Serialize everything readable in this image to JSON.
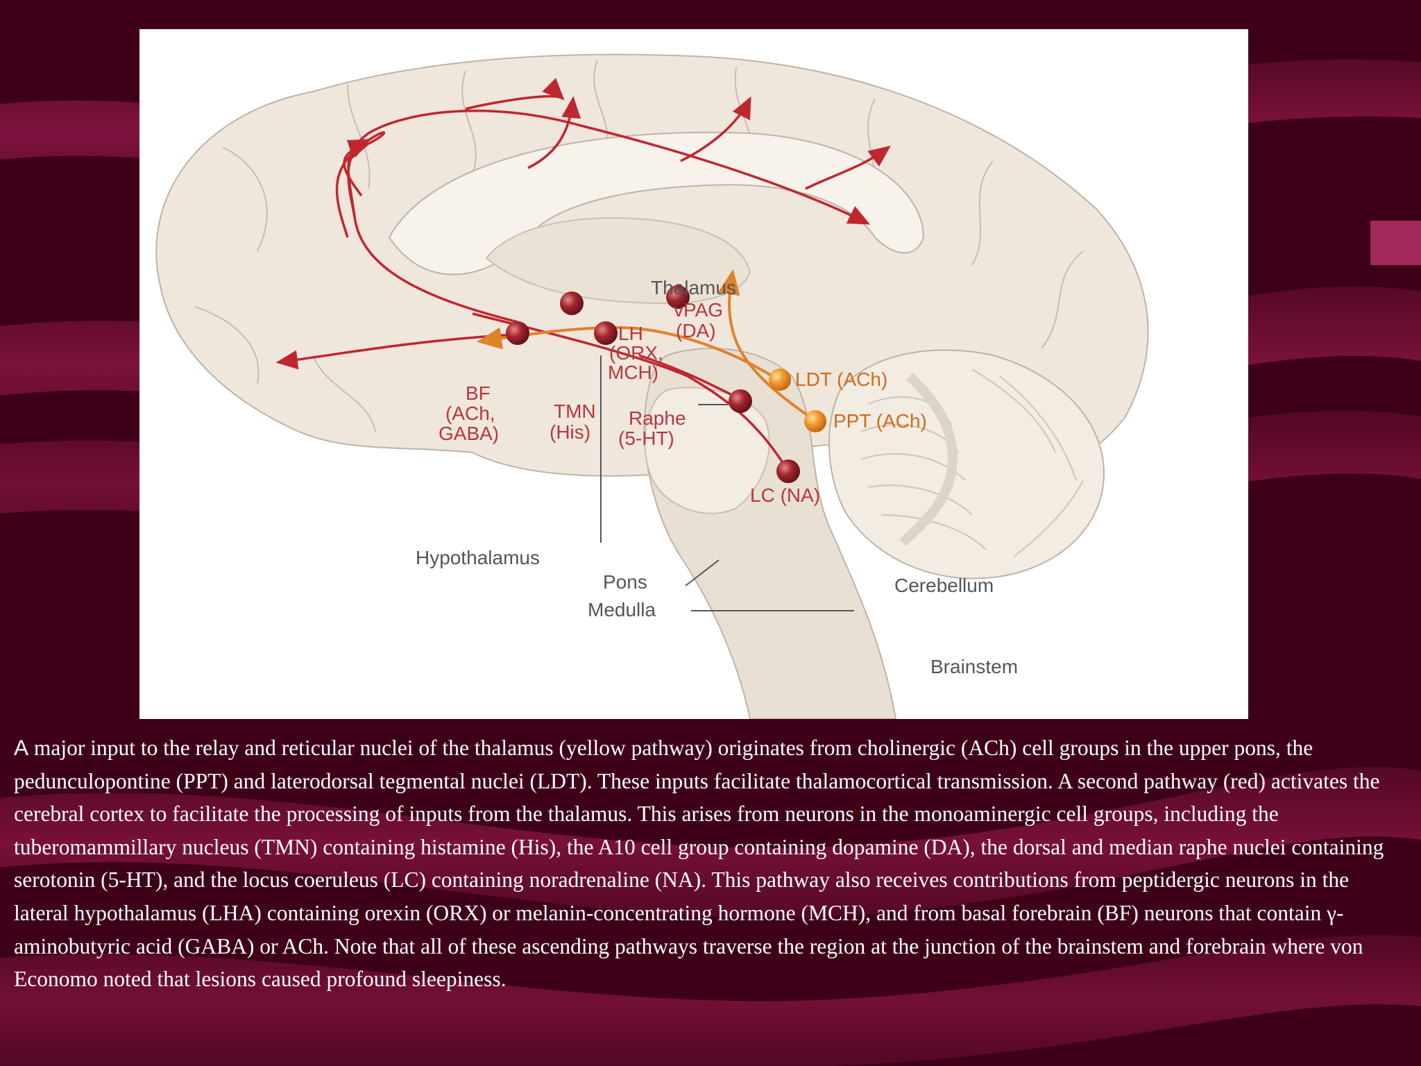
{
  "diagram": {
    "labels": {
      "thalamus": "Thalamus",
      "vpag_1": "vPAG",
      "vpag_2": "(DA)",
      "lh_1": "LH",
      "lh_2": "(ORX,",
      "lh_3": "MCH)",
      "bf_1": "BF",
      "bf_2": "(ACh,",
      "bf_3": "GABA)",
      "tmn_1": "TMN",
      "tmn_2": "(His)",
      "raphe_1": "Raphe",
      "raphe_2": "(5-HT)",
      "ldt": "LDT (ACh)",
      "ppt": "PPT (ACh)",
      "lc": "LC (NA)",
      "hypothalamus": "Hypothalamus",
      "pons": "Pons",
      "medulla": "Medulla",
      "cerebellum": "Cerebellum",
      "brainstem": "Brainstem"
    },
    "colors": {
      "red_pathway": "#c0262f",
      "yellow_pathway": "#e0822a",
      "brain_fill": "#efe6dc",
      "brain_outline": "#bdb3a8"
    }
  },
  "caption": {
    "lead": "A",
    "text": " major input to the relay and reticular nuclei of the thalamus (yellow pathway) originates from cholinergic (ACh) cell groups in the upper pons, the pedunculopontine (PPT) and laterodorsal tegmental nuclei (LDT). These inputs facilitate thalamocortical transmission. A second pathway (red) activates the cerebral cortex to facilitate the processing of inputs from the thalamus. This arises from neurons in the monoaminergic cell groups, including the tuberomammillary nucleus (TMN) containing histamine (His), the A10 cell group containing dopamine (DA), the dorsal and median raphe nuclei containing serotonin (5-HT), and the locus coeruleus (LC) containing noradrenaline (NA). This pathway also receives contributions from peptidergic neurons in the lateral hypothalamus (LHA) containing orexin (ORX) or melanin-concentrating hormone (MCH), and from basal forebrain (BF) neurons that contain γ-aminobutyric acid (GABA) or ACh. Note that all of these ascending pathways traverse the region at the junction of the brainstem and forebrain where von Economo noted that lesions caused profound sleepiness."
  }
}
